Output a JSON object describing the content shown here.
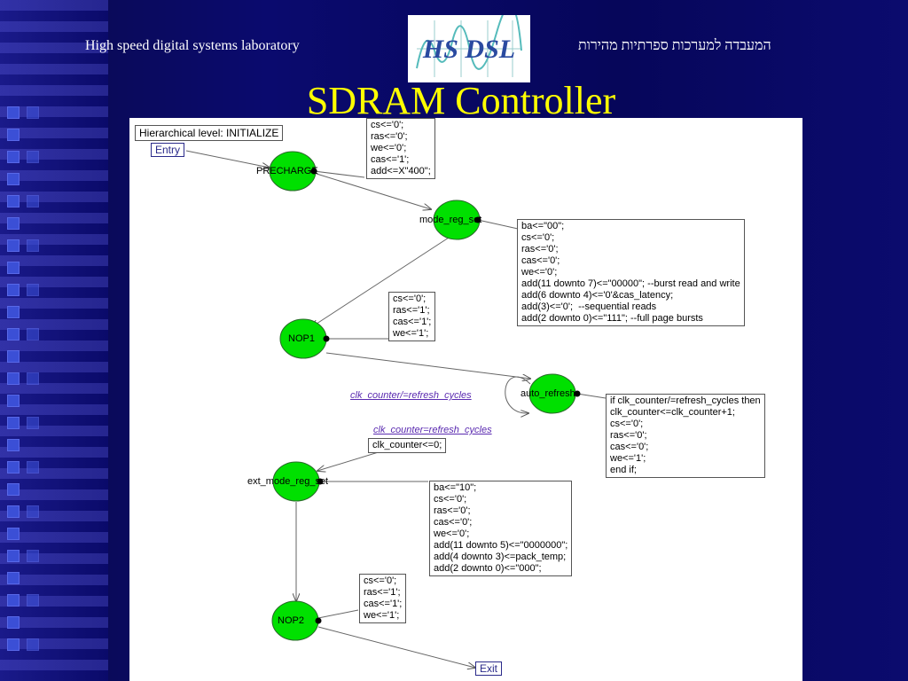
{
  "header": {
    "lab_name": "High speed digital systems laboratory",
    "lab_name_hebrew": "המעבדה למערכות ספרתיות מהירות",
    "logo_text": "HS DSL"
  },
  "title": "SDRAM Controller",
  "diagram": {
    "hierarchy_label": "Hierarchical level: INITIALIZE",
    "entry_label": "Entry",
    "exit_label": "Exit",
    "states": {
      "precharge": "PRECHARGE",
      "mode_reg_set": "mode_reg_set",
      "nop1": "NOP1",
      "auto_refresh": "auto_refresh",
      "ext_mode_reg_set": "ext_mode_reg_set",
      "nop2": "NOP2"
    },
    "conditions": {
      "not_equal": "clk_counter/=refresh_cycles",
      "equal": "clk_counter=refresh_cycles"
    },
    "transition_action": "clk_counter<=0;",
    "actions": {
      "precharge": "cs<='0';\nras<='0';\nwe<='0';\ncas<='1';\nadd<=X\"400\";",
      "mode_reg_set": "ba<=\"00\";\ncs<='0';\nras<='0';\ncas<='0';\nwe<='0';\nadd(11 downto 7)<=\"00000\"; --burst read and write\nadd(6 downto 4)<='0'&cas_latency;\nadd(3)<='0';  --sequential reads\nadd(2 downto 0)<=\"111\"; --full page bursts",
      "nop1": "cs<='0';\nras<='1';\ncas<='1';\nwe<='1';",
      "auto_refresh": "if clk_counter/=refresh_cycles then\nclk_counter<=clk_counter+1;\ncs<='0';\nras<='0';\ncas<='0';\nwe<='1';\nend if;",
      "ext_mode_reg_set": "ba<=\"10\";\ncs<='0';\nras<='0';\ncas<='0';\nwe<='0';\nadd(11 downto 5)<=\"0000000\";\nadd(4 downto 3)<=pack_temp;\nadd(2 downto 0)<=\"000\";",
      "nop2": "cs<='0';\nras<='1';\ncas<='1';\nwe<='1';"
    }
  },
  "colors": {
    "state_fill": "#00e000",
    "title": "#ffff00",
    "condition": "#5a2ab0"
  }
}
